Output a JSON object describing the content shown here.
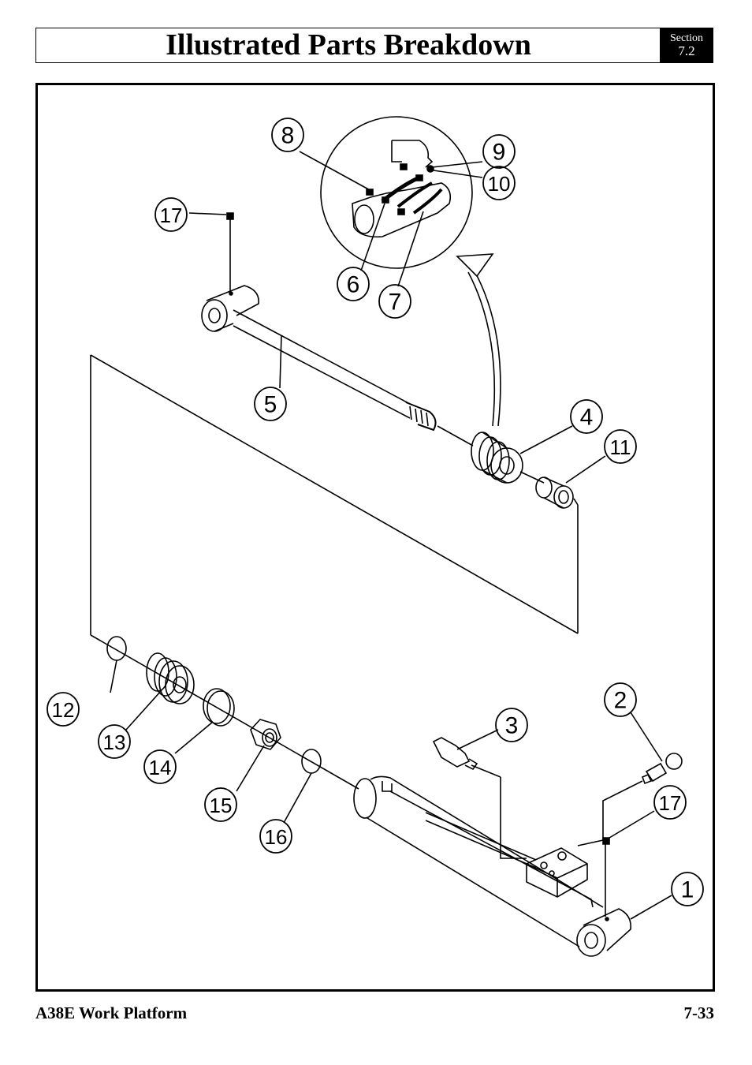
{
  "header": {
    "title": "Illustrated Parts Breakdown",
    "section_label": "Section",
    "section_number": "7.2"
  },
  "callouts": [
    "1",
    "2",
    "3",
    "4",
    "5",
    "6",
    "7",
    "8",
    "9",
    "10",
    "11",
    "12",
    "13",
    "14",
    "15",
    "16",
    "17",
    "17"
  ],
  "footer": {
    "left": "A38E Work Platform",
    "right": "7-33"
  }
}
